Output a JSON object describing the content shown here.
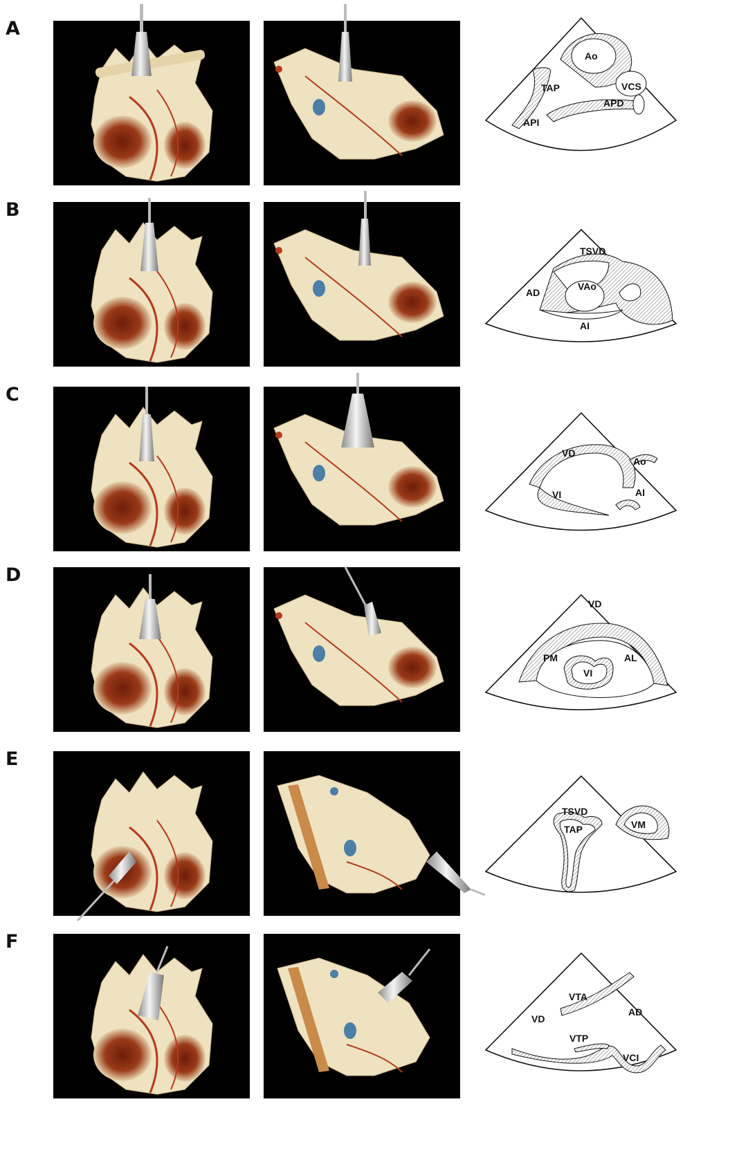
{
  "figure": {
    "rows": [
      {
        "letter": "A",
        "labels": [
          "Ao",
          "TAP",
          "VCS",
          "APD",
          "API"
        ]
      },
      {
        "letter": "B",
        "labels": [
          "TSVD",
          "VAo",
          "AD",
          "AI"
        ]
      },
      {
        "letter": "C",
        "labels": [
          "VD",
          "Ao",
          "VI",
          "AI"
        ]
      },
      {
        "letter": "D",
        "labels": [
          "VD",
          "PM",
          "AL",
          "VI"
        ]
      },
      {
        "letter": "E",
        "labels": [
          "TSVD",
          "TAP",
          "VM"
        ]
      },
      {
        "letter": "F",
        "labels": [
          "VTA",
          "AD",
          "VD",
          "VTP",
          "VCI"
        ]
      }
    ]
  },
  "colors": {
    "background": "#000000",
    "heart_tissue": "#efe2c0",
    "ventricle_shading": "#8b2e16",
    "vessel": "#b63a1e",
    "probe": "#d4d4d4",
    "hatch": "#bdbdbd"
  }
}
